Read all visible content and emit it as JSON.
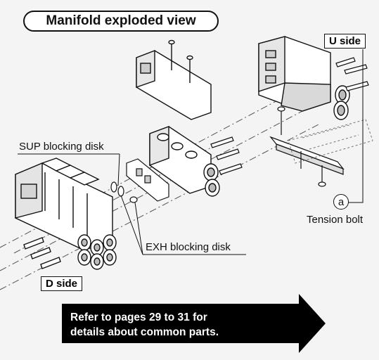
{
  "diagram": {
    "title": "Manifold exploded view",
    "labels": {
      "u_side": "U side",
      "d_side": "D side",
      "sup_blocking_disk": "SUP blocking disk",
      "exh_blocking_disk": "EXH blocking disk",
      "tension_bolt_marker": "a",
      "tension_bolt": "Tension bolt"
    },
    "note": {
      "line1_prefix": "Refer to pages",
      "page_start": "29",
      "to_word": "to",
      "page_end": "31",
      "line1_suffix": "for",
      "line2": "details about common parts."
    },
    "colors": {
      "line": "#111111",
      "arrow_fill": "#000000",
      "arrow_text": "#ffffff",
      "background": "#f4f4f4"
    }
  }
}
